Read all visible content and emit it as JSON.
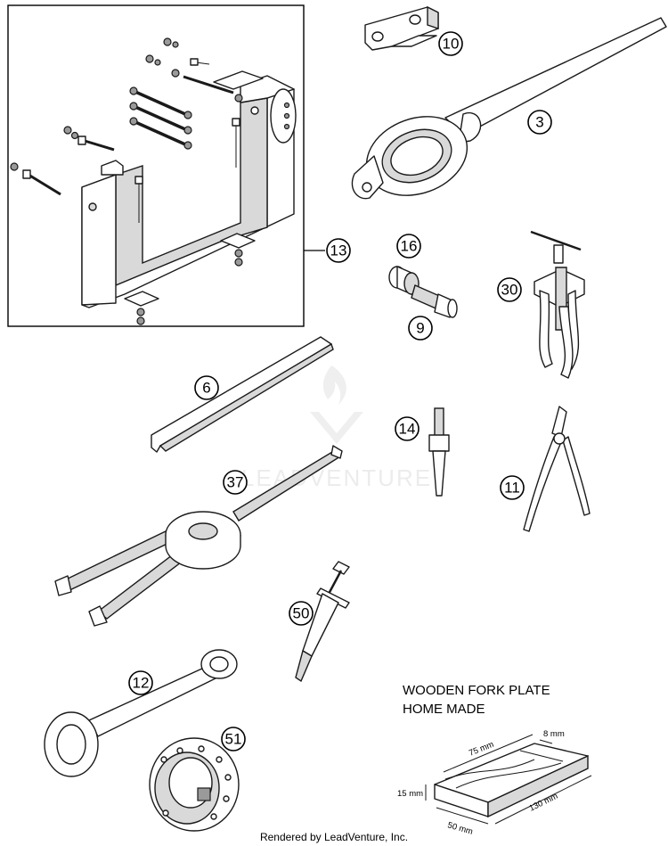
{
  "callouts": [
    {
      "id": "callout-10",
      "label": "10"
    },
    {
      "id": "callout-3",
      "label": "3"
    },
    {
      "id": "callout-13",
      "label": "13"
    },
    {
      "id": "callout-16",
      "label": "16"
    },
    {
      "id": "callout-9",
      "label": "9"
    },
    {
      "id": "callout-30",
      "label": "30"
    },
    {
      "id": "callout-6",
      "label": "6"
    },
    {
      "id": "callout-14",
      "label": "14"
    },
    {
      "id": "callout-37",
      "label": "37"
    },
    {
      "id": "callout-11",
      "label": "11"
    },
    {
      "id": "callout-50",
      "label": "50"
    },
    {
      "id": "callout-12",
      "label": "12"
    },
    {
      "id": "callout-51",
      "label": "51"
    }
  ],
  "note": {
    "line1": "WOODEN FORK PLATE",
    "line2": "HOME MADE"
  },
  "dimensions": {
    "top": "8 mm",
    "length_top": "75 mm",
    "height": "15 mm",
    "width": "50 mm",
    "length": "130 mm"
  },
  "watermark": "LEADVENTURE",
  "footer": "Rendered by LeadVenture, Inc."
}
